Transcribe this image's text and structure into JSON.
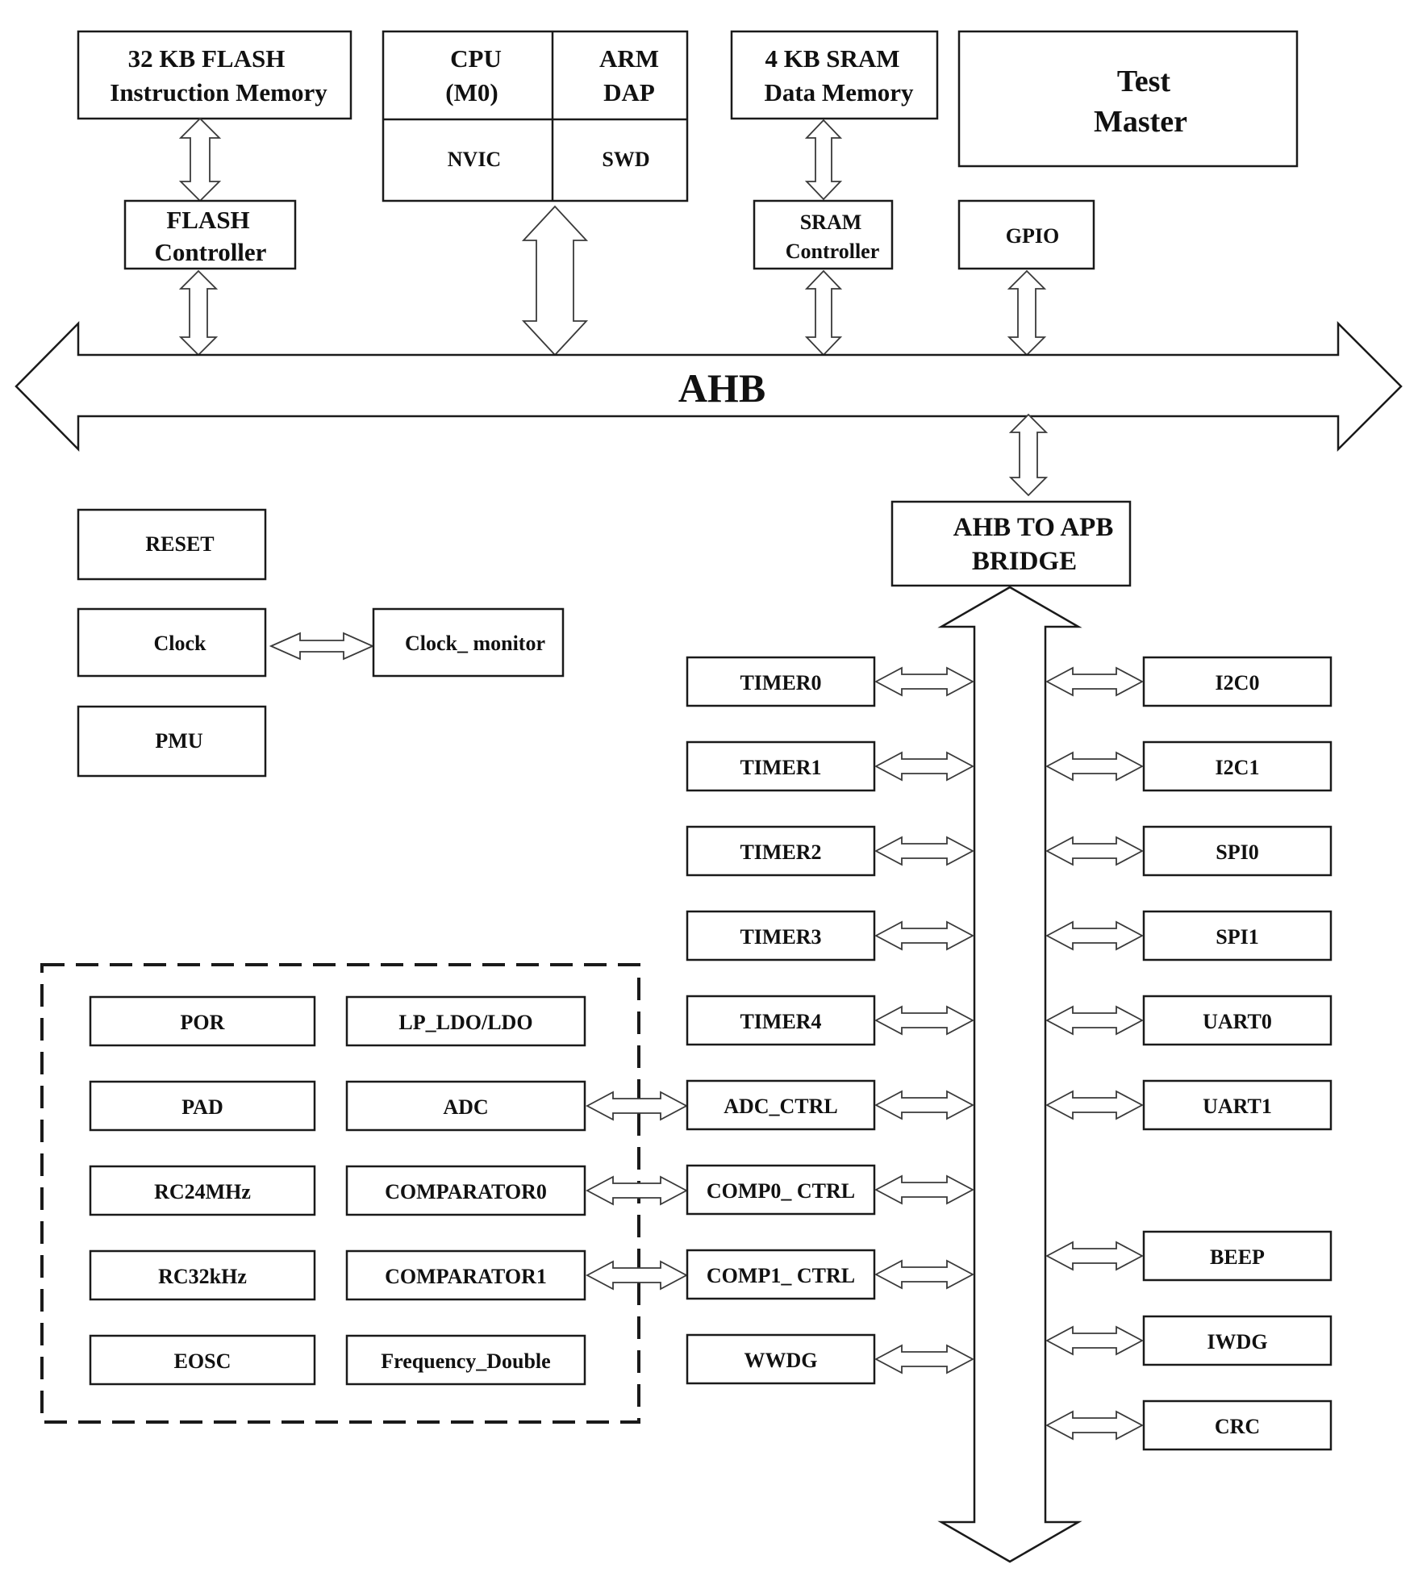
{
  "blocks": {
    "flash_memory": [
      "32 KB FLASH",
      "Instruction Memory"
    ],
    "cpu": [
      "CPU",
      "(M0)"
    ],
    "arm_dap": [
      "ARM",
      "DAP"
    ],
    "nvic": "NVIC",
    "swd": "SWD",
    "sram_memory": [
      "4 KB SRAM",
      "Data Memory"
    ],
    "test_master": [
      "Test",
      "Master"
    ],
    "flash_controller": [
      "FLASH",
      "Controller"
    ],
    "sram_controller": [
      "SRAM",
      "Controller"
    ],
    "gpio": "GPIO",
    "ahb": "AHB",
    "bridge": [
      "AHB TO APB",
      "BRIDGE"
    ],
    "reset": "RESET",
    "clock": "Clock",
    "clock_monitor": "Clock_ monitor",
    "pmu": "PMU"
  },
  "apb_left": [
    "TIMER0",
    "TIMER1",
    "TIMER2",
    "TIMER3",
    "TIMER4",
    "ADC_CTRL",
    "COMP0_ CTRL",
    "COMP1_ CTRL",
    "WWDG"
  ],
  "apb_right": [
    "I2C0",
    "I2C1",
    "SPI0",
    "SPI1",
    "UART0",
    "UART1",
    "BEEP",
    "IWDG",
    "CRC"
  ],
  "analog": [
    [
      "POR",
      "LP_LDO/LDO"
    ],
    [
      "PAD",
      "ADC"
    ],
    [
      "RC24MHz",
      "COMPARATOR0"
    ],
    [
      "RC32kHz",
      "COMPARATOR1"
    ],
    [
      "EOSC",
      "Frequency_Double"
    ]
  ]
}
